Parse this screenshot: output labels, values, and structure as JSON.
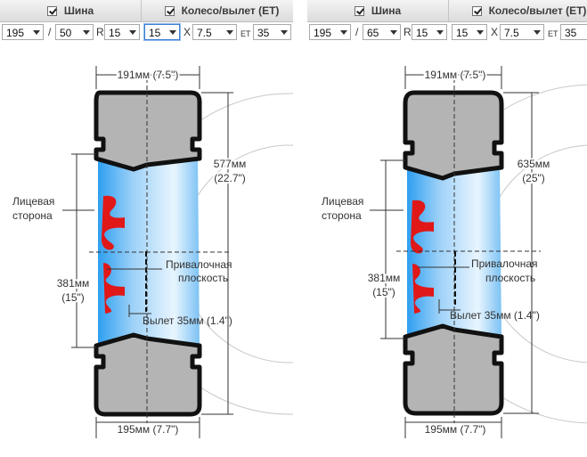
{
  "tabs": {
    "tire": "Шина",
    "wheel": "Колесо/вылет (ET)"
  },
  "sep": {
    "slash": "/",
    "r": "R",
    "x": "X",
    "et": "ET"
  },
  "colors": {
    "rim_red": "#e01818",
    "tire_gray": "#b4b4b4",
    "tire_black": "#111111",
    "rim_blue": "#2e9ff0"
  },
  "left": {
    "tire_width": "195",
    "tire_profile": "50",
    "tire_diameter": "15",
    "wheel_diameter": "15",
    "wheel_width": "7.5",
    "wheel_et": "35",
    "top_width": "191мм (7.5\")",
    "outer_mm": "577мм",
    "outer_in": "(22.7\")",
    "rim_mm": "381мм",
    "rim_in": "(15\")",
    "face_1": "Лицевая",
    "face_2": "сторона",
    "mount_1": "Привалочная",
    "mount_2": "плоскость",
    "offset": "Вылет 35мм (1.4\")",
    "bottom_width": "195мм (7.7\")"
  },
  "right": {
    "tire_width": "195",
    "tire_profile": "65",
    "tire_diameter": "15",
    "wheel_diameter": "15",
    "wheel_width": "7.5",
    "wheel_et": "35",
    "top_width": "191мм (7.5\")",
    "outer_mm": "635мм",
    "outer_in": "(25\")",
    "rim_mm": "381мм",
    "rim_in": "(15\")",
    "face_1": "Лицевая",
    "face_2": "сторона",
    "mount_1": "Привалочная",
    "mount_2": "плоскость",
    "offset": "Вылет 35мм (1.4\")",
    "bottom_width": "195мм (7.7\")"
  }
}
